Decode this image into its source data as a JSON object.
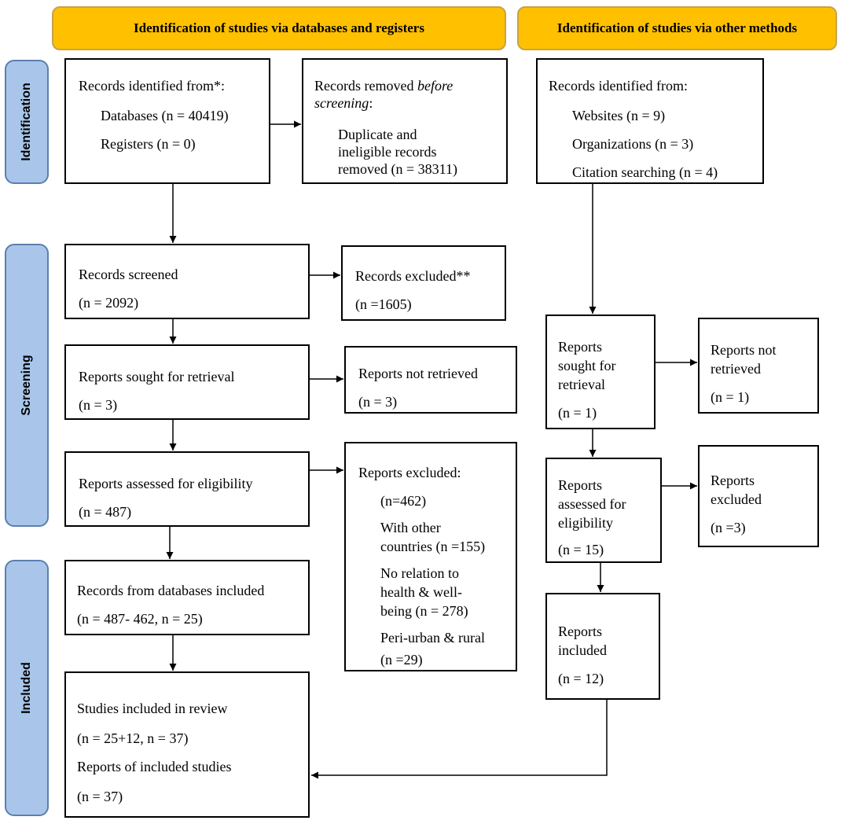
{
  "headers": {
    "databases": "Identification of studies via databases and registers",
    "other": "Identification of studies via other methods"
  },
  "phases": {
    "identification": "Identification",
    "screening": "Screening",
    "included": "Included"
  },
  "db": {
    "identified": {
      "title": "Records identified from*:",
      "databases": "Databases (n = 40419)",
      "registers": "Registers (n = 0)"
    },
    "removed": {
      "line1_prefix": "Records removed ",
      "line1_em": "before",
      "line2_em": "screening",
      "line2_suffix": ":",
      "line3": "Duplicate and",
      "line4": "ineligible records",
      "line5": "removed (n = 38311)"
    },
    "screened": {
      "title": "Records screened",
      "n": "(n = 2092)"
    },
    "excluded": {
      "title": "Records excluded**",
      "n": "(n =1605)"
    },
    "sought": {
      "title": "Reports sought for retrieval",
      "n": "(n = 3)"
    },
    "not_retrieved": {
      "title": "Reports not retrieved",
      "n": "(n = 3)"
    },
    "assessed": {
      "title": "Reports assessed for eligibility",
      "n": "(n = 487)"
    },
    "reports_excluded": {
      "title": "Reports excluded:",
      "n": "(n=462)",
      "other_countries_1": "With other",
      "other_countries_2": "countries (n =155)",
      "no_relation_1": "No relation to",
      "no_relation_2": "health & well-",
      "no_relation_3": "being (n = 278)",
      "peri_urban_1": "Peri-urban & rural",
      "peri_urban_2": "(n =29)"
    },
    "included_db": {
      "title": "Records from databases included",
      "n": "(n = 487- 462, n = 25)"
    },
    "studies": {
      "title": "Studies included in review",
      "n": "(n = 25+12, n = 37)",
      "reports_title": "Reports of included studies",
      "reports_n": "(n = 37)"
    }
  },
  "other": {
    "identified": {
      "title": "Records identified from:",
      "websites": "Websites (n = 9)",
      "organizations": "Organizations (n = 3)",
      "citation": "Citation searching (n = 4)"
    },
    "sought": {
      "l1": "Reports",
      "l2": "sought for",
      "l3": "retrieval",
      "n": "(n = 1)"
    },
    "not_retrieved": {
      "l1": "Reports not",
      "l2": "retrieved",
      "n": "(n = 1)"
    },
    "assessed": {
      "l1": "Reports",
      "l2": "assessed for",
      "l3": "eligibility",
      "n": "(n = 15)"
    },
    "excluded": {
      "l1": "Reports",
      "l2": "excluded",
      "n": "(n =3)"
    },
    "included": {
      "l1": "Reports",
      "l2": "included",
      "n": "(n = 12)"
    }
  }
}
